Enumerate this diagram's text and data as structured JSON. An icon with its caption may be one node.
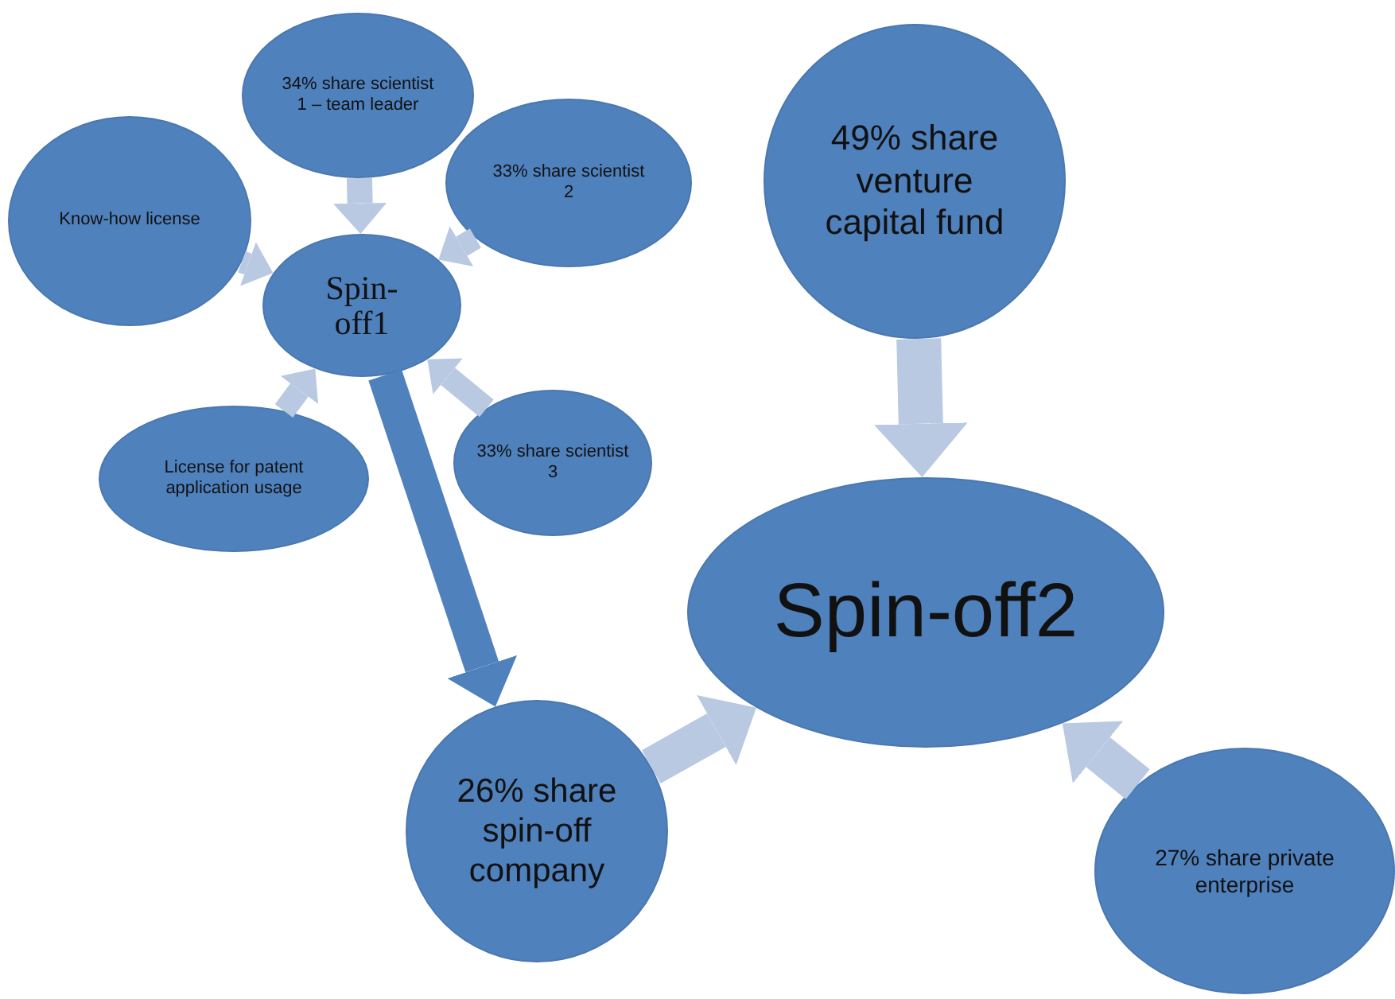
{
  "diagram": {
    "nodes": [
      {
        "text": [
          "34% share scientist 1 – team leader"
        ]
      },
      {
        "text": [
          "Know-how license"
        ]
      },
      {
        "text": [
          "33% share scientist 2"
        ]
      },
      {
        "text": [
          "Spin-off1"
        ]
      },
      {
        "text": [
          "License for patent application usage"
        ]
      },
      {
        "text": [
          "33% share scientist 3"
        ]
      },
      {
        "text": [
          "49% share venture capital fund"
        ]
      },
      {
        "text": [
          "Spin-off2"
        ]
      },
      {
        "text": [
          "26% share spin-off company"
        ]
      },
      {
        "text": [
          "27% share private enterprise"
        ]
      }
    ],
    "edges": [
      {
        "from": 0,
        "to": 3,
        "arrow": "to"
      },
      {
        "from": 1,
        "to": 3,
        "arrow": "to"
      },
      {
        "from": 2,
        "to": 3,
        "arrow": "to"
      },
      {
        "from": 4,
        "to": 3,
        "arrow": "to"
      },
      {
        "from": 5,
        "to": 3,
        "arrow": "to"
      },
      {
        "from": 3,
        "to": 8,
        "arrow": "to",
        "color": "#4f81bd"
      },
      {
        "from": 6,
        "to": 7,
        "arrow": "to"
      },
      {
        "from": 8,
        "to": 7,
        "arrow": "to"
      },
      {
        "from": 9,
        "to": 7,
        "arrow": "to"
      }
    ]
  }
}
